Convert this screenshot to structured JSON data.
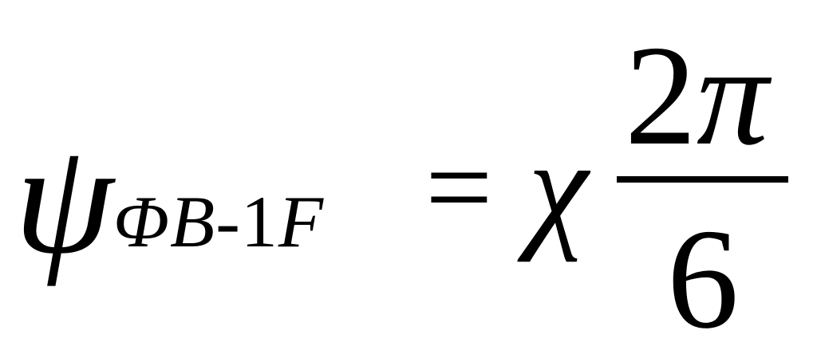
{
  "formula": {
    "lhs_symbol": "ψ",
    "subscript": {
      "phi": "Φ",
      "b": "B",
      "dash": "-",
      "one": "1",
      "f": "F"
    },
    "equals": "=",
    "chi": "χ",
    "numerator_digit": "2",
    "numerator_pi": "π",
    "denominator": "6"
  }
}
